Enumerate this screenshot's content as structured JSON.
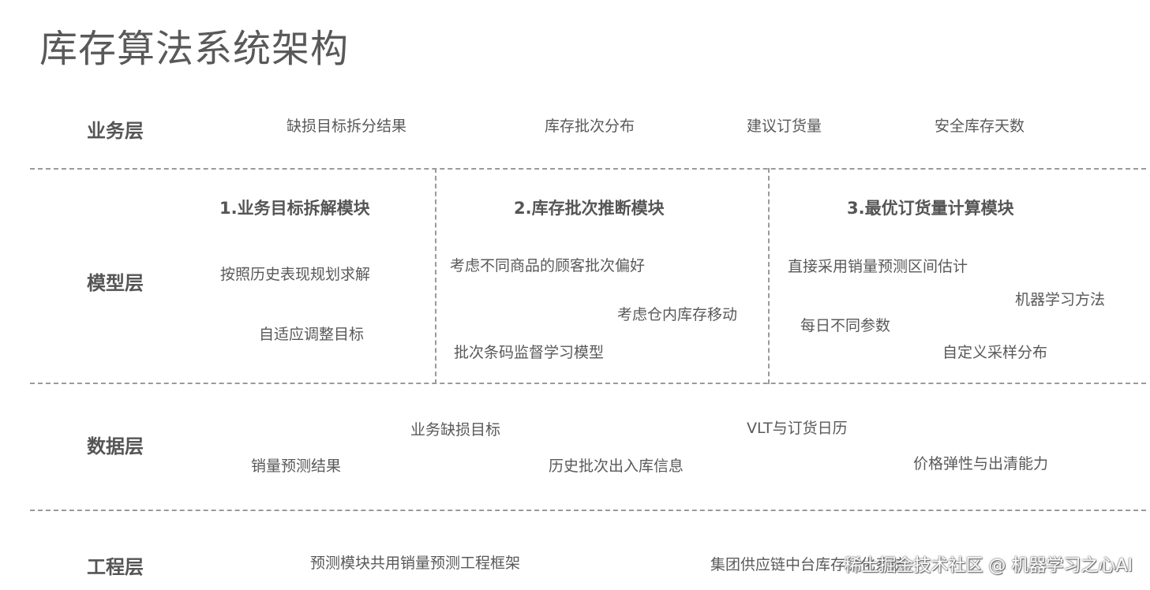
{
  "title": "库存算法系统架构",
  "layers": {
    "business": {
      "label": "业务层",
      "items": [
        "缺损目标拆分结果",
        "库存批次分布",
        "建议订货量",
        "安全库存天数"
      ]
    },
    "model": {
      "label": "模型层",
      "modules": [
        {
          "title": "1.业务目标拆解模块",
          "items": [
            "按照历史表现规划求解",
            "自适应调整目标"
          ]
        },
        {
          "title": "2.库存批次推断模块",
          "items": [
            "考虑不同商品的顾客批次偏好",
            "考虑仓内库存移动",
            "批次条码监督学习模型"
          ]
        },
        {
          "title": "3.最优订货量计算模块",
          "items": [
            "直接采用销量预测区间估计",
            "机器学习方法",
            "每日不同参数",
            "自定义采样分布"
          ]
        }
      ]
    },
    "data": {
      "label": "数据层",
      "items": [
        "业务缺损目标",
        "VLT与订货日历",
        "销量预测结果",
        "历史批次出入库信息",
        "价格弹性与出清能力"
      ]
    },
    "engineering": {
      "label": "工程层",
      "items": [
        "预测模块共用销量预测工程框架",
        "集团供应链中台库存优化系统"
      ]
    }
  },
  "watermark": "稀土掘金技术社区 @ 机器学习之心AI"
}
